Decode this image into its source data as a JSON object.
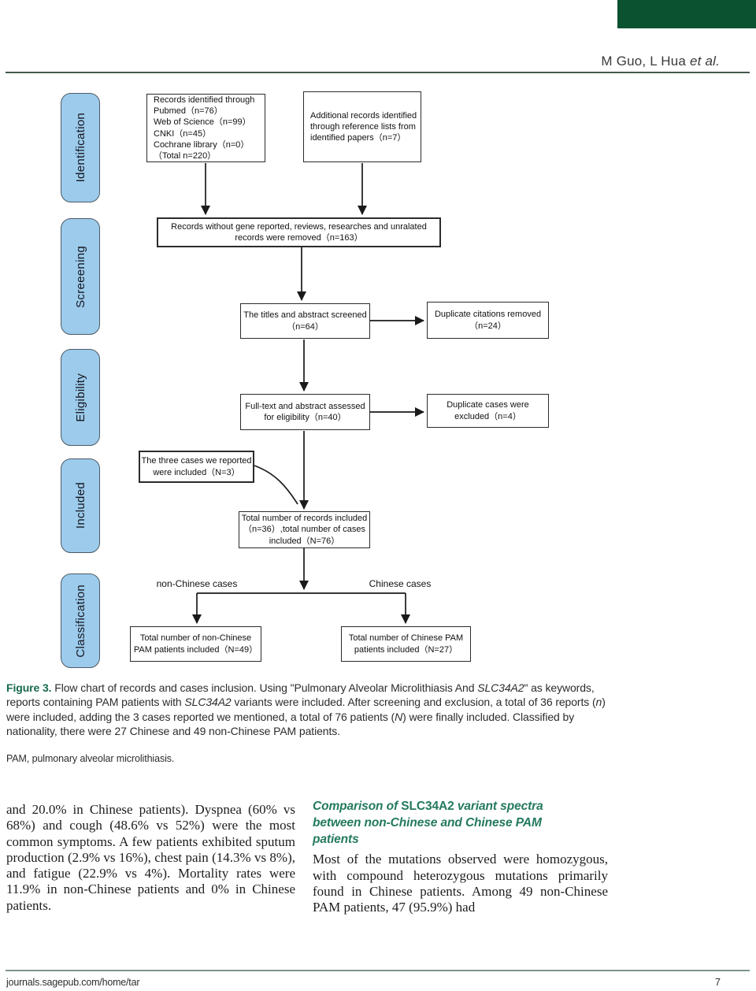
{
  "header": {
    "authors": "M Guo, L Hua ",
    "authors_etal": "et al."
  },
  "colors": {
    "brand_green": "#0a5230",
    "stage_blue": "#9ccbec",
    "figure_label_green": "#176a4c",
    "section_heading_teal": "#23795f",
    "header_rule": "#42594c",
    "footer_rule": "#7d938c"
  },
  "flowchart": {
    "stages": [
      {
        "label": "Identification"
      },
      {
        "label": "Screeening"
      },
      {
        "label": "Eligibility"
      },
      {
        "label": "Included"
      },
      {
        "label": "Classification"
      }
    ],
    "boxes": {
      "identified": {
        "lines": [
          "Records identified through",
          "Pubmed（n=76）",
          "Web of Science（n=99）",
          "CNKI（n=45）",
          "Cochrane library（n=0）",
          "（Total n=220）"
        ]
      },
      "additional": {
        "lines": [
          "Additional records identified",
          "through reference lists from",
          "identified papers（n=7）"
        ]
      },
      "removed": {
        "lines": [
          "Records without gene reported, reviews, researches and unralated",
          "records were removed（n=163）"
        ]
      },
      "screened": {
        "lines": [
          "The titles and abstract screened",
          "（n=64）"
        ]
      },
      "dup_citations": {
        "lines": [
          "Duplicate citations removed",
          "（n=24）"
        ]
      },
      "fulltext": {
        "lines": [
          "Full-text and abstract assessed",
          "for eligibility（n=40）"
        ]
      },
      "dup_cases": {
        "lines": [
          "Duplicate cases were",
          "excluded（n=4）"
        ]
      },
      "three_cases": {
        "lines": [
          "The three cases we reported",
          "were included（N=3）"
        ]
      },
      "total_included": {
        "lines": [
          "Total number of records included",
          "（n=36）,total number of cases",
          "included（N=76）"
        ]
      },
      "non_chinese_total": {
        "lines": [
          "Total number of non-Chinese",
          "PAM patients included（N=49）"
        ]
      },
      "chinese_total": {
        "lines": [
          "Total number of Chinese PAM",
          "patients included（N=27）"
        ]
      }
    },
    "branch_labels": {
      "left": "non-Chinese cases",
      "right": "Chinese cases"
    }
  },
  "caption": {
    "label": "Figure 3.",
    "segments": {
      "s1": "  Flow chart of records and cases inclusion. Using \"Pulmonary Alveolar Microlithiasis And ",
      "s2": "SLC34A2",
      "s3": "\" as keywords, reports containing PAM patients with ",
      "s4": "SLC34A2",
      "s5": " variants were included. After screening and exclusion, a total of 36 reports (",
      "s6": "n",
      "s7": ") were included, adding the 3 cases reported we mentioned, a total of 76 patients (",
      "s8": "N",
      "s9": ") were finally included. Classified by nationality, there were 27 Chinese and 49 non-Chinese PAM patients."
    },
    "footnote": "PAM, pulmonary alveolar microlithiasis."
  },
  "body": {
    "left_paragraph": "and 20.0% in Chinese patients). Dyspnea (60% vs 68%) and cough (48.6% vs 52%) were the most common symptoms. A few patients exhibited sputum production (2.9% vs 16%), chest pain (14.3% vs 8%), and fatigue (22.9% vs 4%). Mortality rates were 11.9% in non-Chinese patients and 0% in Chinese patients.",
    "right_heading": {
      "h1": "Comparison of ",
      "h2": "SLC34A2",
      "h3": " variant spectra between non-Chinese and Chinese PAM patients"
    },
    "right_paragraph": "Most of the mutations observed were homozygous, with compound heterozygous mutations primarily found in Chinese patients. Among 49 non-Chinese PAM patients, 47 (95.9%) had"
  },
  "footer": {
    "journal_url": "journals.sagepub.com/home/tar",
    "page_number": "7"
  }
}
